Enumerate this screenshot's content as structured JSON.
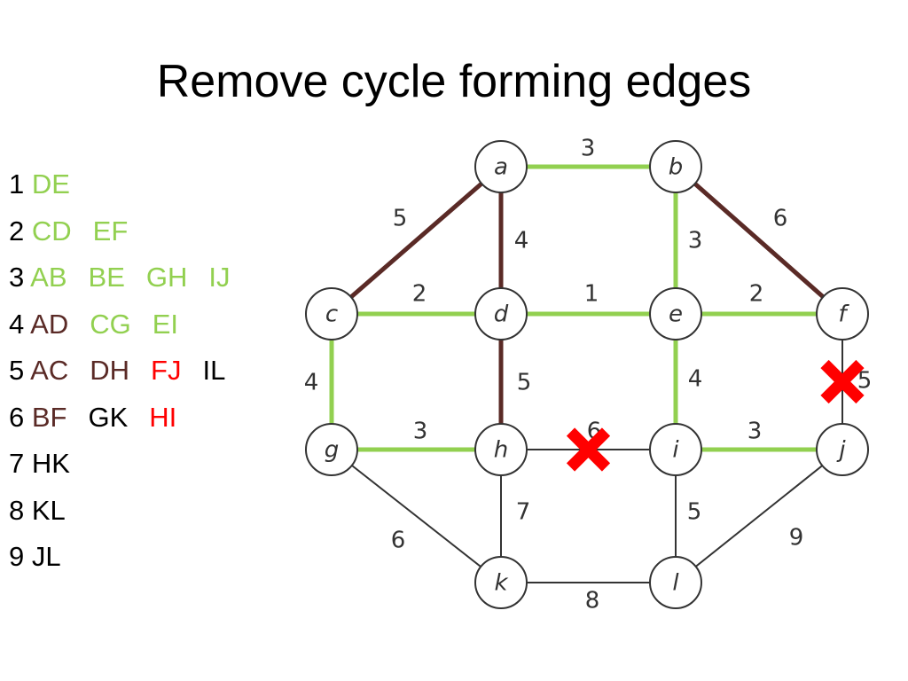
{
  "title": "Remove cycle forming edges",
  "colors": {
    "selected": "#92d050",
    "rejected": "#5a2a26",
    "removed": "#ff0000",
    "pending": "#000000",
    "plain_edge": "#333333",
    "cross": "#ff0000"
  },
  "edge_list": [
    {
      "num": "1",
      "items": [
        {
          "text": "DE",
          "status": "selected"
        }
      ]
    },
    {
      "num": "2",
      "items": [
        {
          "text": "CD",
          "status": "selected"
        },
        {
          "text": "EF",
          "status": "selected"
        }
      ]
    },
    {
      "num": "3",
      "items": [
        {
          "text": "AB",
          "status": "selected"
        },
        {
          "text": "BE",
          "status": "selected"
        },
        {
          "text": "GH",
          "status": "selected"
        },
        {
          "text": "IJ",
          "status": "selected"
        }
      ]
    },
    {
      "num": "4",
      "items": [
        {
          "text": "AD",
          "status": "rejected"
        },
        {
          "text": "CG",
          "status": "selected"
        },
        {
          "text": "EI",
          "status": "selected"
        }
      ]
    },
    {
      "num": "5",
      "items": [
        {
          "text": "AC",
          "status": "rejected"
        },
        {
          "text": "DH",
          "status": "rejected"
        },
        {
          "text": "FJ",
          "status": "removed"
        },
        {
          "text": "IL",
          "status": "pending"
        }
      ]
    },
    {
      "num": "6",
      "items": [
        {
          "text": "BF",
          "status": "rejected"
        },
        {
          "text": "GK",
          "status": "pending"
        },
        {
          "text": "HI",
          "status": "removed"
        }
      ]
    },
    {
      "num": "7",
      "items": [
        {
          "text": "HK",
          "status": "pending"
        }
      ]
    },
    {
      "num": "8",
      "items": [
        {
          "text": "KL",
          "status": "pending"
        }
      ]
    },
    {
      "num": "9",
      "items": [
        {
          "text": "JL",
          "status": "pending"
        }
      ]
    }
  ],
  "graph": {
    "nodes": [
      {
        "id": "a",
        "label": "a"
      },
      {
        "id": "b",
        "label": "b"
      },
      {
        "id": "c",
        "label": "c"
      },
      {
        "id": "d",
        "label": "d"
      },
      {
        "id": "e",
        "label": "e"
      },
      {
        "id": "f",
        "label": "f"
      },
      {
        "id": "g",
        "label": "g"
      },
      {
        "id": "h",
        "label": "h"
      },
      {
        "id": "i",
        "label": "i"
      },
      {
        "id": "j",
        "label": "j"
      },
      {
        "id": "k",
        "label": "k"
      },
      {
        "id": "l",
        "label": "l"
      }
    ],
    "edges": [
      {
        "from": "a",
        "to": "b",
        "weight": "3",
        "status": "selected"
      },
      {
        "from": "a",
        "to": "c",
        "weight": "5",
        "status": "rejected"
      },
      {
        "from": "a",
        "to": "d",
        "weight": "4",
        "status": "rejected"
      },
      {
        "from": "b",
        "to": "e",
        "weight": "3",
        "status": "selected"
      },
      {
        "from": "b",
        "to": "f",
        "weight": "6",
        "status": "rejected"
      },
      {
        "from": "c",
        "to": "d",
        "weight": "2",
        "status": "selected"
      },
      {
        "from": "d",
        "to": "e",
        "weight": "1",
        "status": "selected"
      },
      {
        "from": "e",
        "to": "f",
        "weight": "2",
        "status": "selected"
      },
      {
        "from": "c",
        "to": "g",
        "weight": "4",
        "status": "selected"
      },
      {
        "from": "d",
        "to": "h",
        "weight": "5",
        "status": "rejected"
      },
      {
        "from": "e",
        "to": "i",
        "weight": "4",
        "status": "selected"
      },
      {
        "from": "f",
        "to": "j",
        "weight": "5",
        "status": "removed"
      },
      {
        "from": "g",
        "to": "h",
        "weight": "3",
        "status": "selected"
      },
      {
        "from": "h",
        "to": "i",
        "weight": "6",
        "status": "removed"
      },
      {
        "from": "i",
        "to": "j",
        "weight": "3",
        "status": "selected"
      },
      {
        "from": "g",
        "to": "k",
        "weight": "6",
        "status": "plain"
      },
      {
        "from": "h",
        "to": "k",
        "weight": "7",
        "status": "plain"
      },
      {
        "from": "i",
        "to": "l",
        "weight": "5",
        "status": "plain"
      },
      {
        "from": "j",
        "to": "l",
        "weight": "9",
        "status": "plain"
      },
      {
        "from": "k",
        "to": "l",
        "weight": "8",
        "status": "plain"
      }
    ]
  }
}
